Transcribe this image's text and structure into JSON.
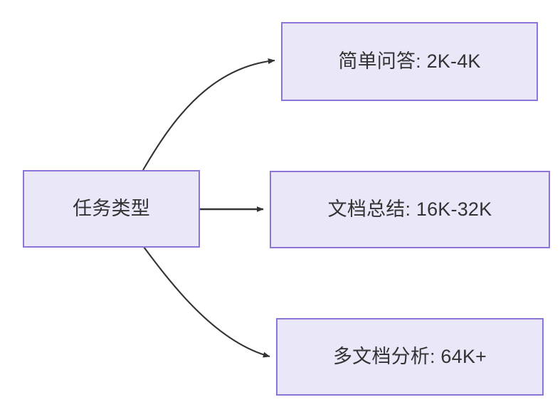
{
  "diagram": {
    "type": "flowchart",
    "direction": "left-to-right",
    "background_color": "#ffffff",
    "node_fill_color": "#eae7f9",
    "node_border_color": "#8d74d9",
    "node_text_color": "#333333",
    "edge_color": "#333333",
    "root": {
      "id": "task-type",
      "label": "任务类型"
    },
    "branches": [
      {
        "id": "simple-qa",
        "label": "简单问答: 2K-4K",
        "edge_style": "curved",
        "arrowhead": "filled-triangle"
      },
      {
        "id": "doc-summary",
        "label": "文档总结: 16K-32K",
        "edge_style": "straight",
        "arrowhead": "filled-triangle"
      },
      {
        "id": "multi-doc-analysis",
        "label": "多文档分析: 64K+",
        "edge_style": "curved",
        "arrowhead": "filled-triangle"
      }
    ]
  }
}
